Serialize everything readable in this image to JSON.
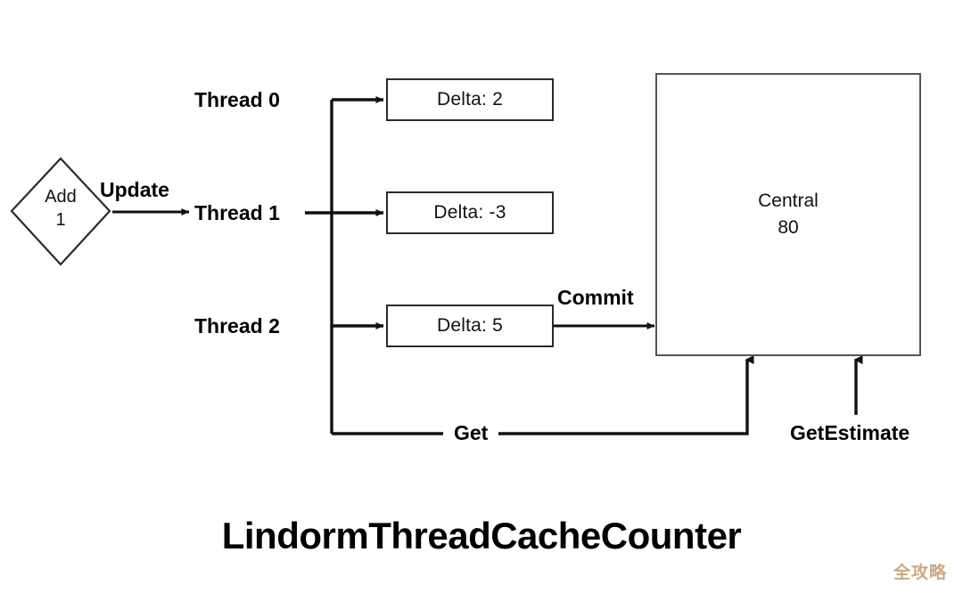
{
  "diagram": {
    "title": "LindormThreadCacheCounter",
    "source_node": {
      "name": "add-node",
      "line1": "Add",
      "line2": "1"
    },
    "edges": {
      "update": "Update",
      "commit": "Commit",
      "get": "Get",
      "get_estimate": "GetEstimate"
    },
    "threads": [
      {
        "label": "Thread 0",
        "box": "Delta: 2"
      },
      {
        "label": "Thread 1",
        "box": "Delta: -3"
      },
      {
        "label": "Thread 2",
        "box": "Delta: 5"
      }
    ],
    "central": {
      "label": "Central",
      "value": "80"
    },
    "watermark": "全攻略",
    "colors": {
      "stroke": "#2b2b2b",
      "central_stroke": "#555555",
      "text": "#111111",
      "watermark": "#c9a982",
      "background": "#ffffff"
    }
  }
}
